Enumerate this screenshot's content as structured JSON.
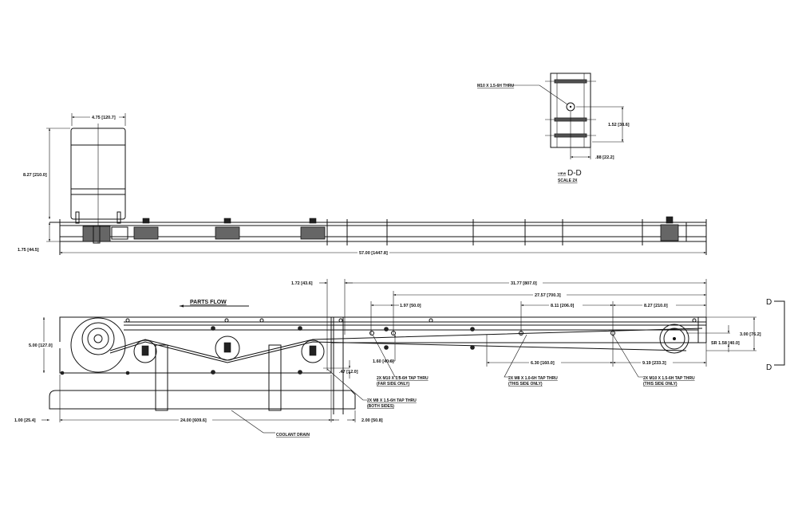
{
  "view_dd": {
    "callout": "M10 X 1.5-6H THRU",
    "dim_vertical": "1.52 [38.6]",
    "dim_horizontal": ".88 [22.2]",
    "view_prefix": "VIEW",
    "view_label": "D-D",
    "scale": "SCALE 2X"
  },
  "side_view": {
    "motor_width": "4.75 [120.7]",
    "motor_height": "8.27 [210.0]",
    "rail_height": "1.75 [44.5]",
    "overall_length": "57.00 [1447.8]"
  },
  "front_view": {
    "parts_flow": "PARTS FLOW",
    "frame_height": "5.00 [127.0]",
    "dims": {
      "d_1_72": "1.72 [43.6]",
      "d_31_77": "31.77 [807.0]",
      "d_27_57": "27.57 [700.3]",
      "d_1_97": "1.97 [50.0]",
      "d_8_11": "8.11 [206.0]",
      "d_8_27": "8.27 [210.0]",
      "d_3_00": "3.00 [76.2]",
      "d_sr": "SR 1.58 [40.0]",
      "d_1_60": "1.60 [40.6]",
      "d_047": ".47 [12.0]",
      "d_6_30": "6.30 [160.0]",
      "d_9_19": "9.19 [233.3]",
      "d_1_00": "1.00 [25.4]",
      "d_24_00": "24.00 [609.6]",
      "d_2_00": "2.00 [50.8]"
    },
    "callouts": [
      {
        "line1": "2X M10 X 1.5-6H TAP THRU",
        "line2": "(FAR SIDE ONLY)"
      },
      {
        "line1": "2X M8 X 1.0-6H TAP THRU",
        "line2": "(THIS SIDE ONLY)"
      },
      {
        "line1": "2X M10 X 1.5-6H TAP THRU",
        "line2": "(THIS SIDE ONLY)"
      },
      {
        "line1": "2X M8 X 1.5-6H TAP THRU",
        "line2": "(BOTH SIDES)"
      }
    ],
    "coolant_drain": "COOLANT DRAIN",
    "section_top": "D",
    "section_bottom": "D"
  }
}
